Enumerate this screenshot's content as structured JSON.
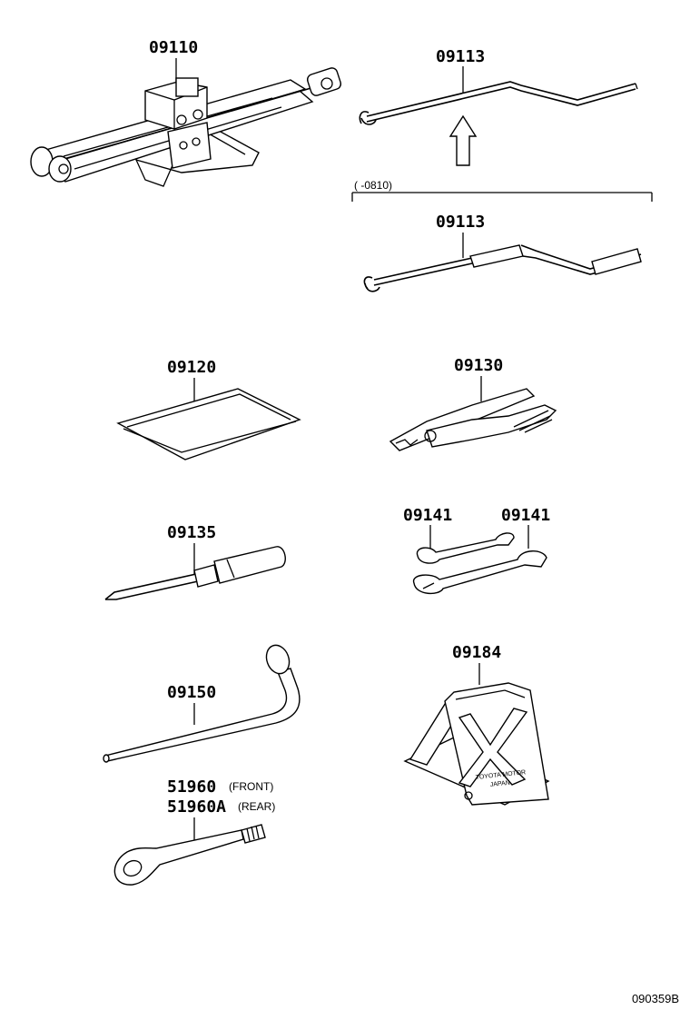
{
  "diagram": {
    "code": "090359B",
    "parts": {
      "jack": "09110",
      "handle_upper": "09113",
      "range_note": "(      -0810)",
      "handle_lower": "09113",
      "bag": "09120",
      "pliers": "09130",
      "screwdriver": "09135",
      "wrench_left": "09141",
      "wrench_right": "09141",
      "lug_wrench": "09150",
      "chock": "09184",
      "hook_front": "51960",
      "hook_front_note": "(FRONT)",
      "hook_rear": "51960A",
      "hook_rear_note": "(REAR)"
    },
    "chock_text": {
      "line1": "TOYOTA MOTOR",
      "line2": "JAPAN"
    }
  }
}
